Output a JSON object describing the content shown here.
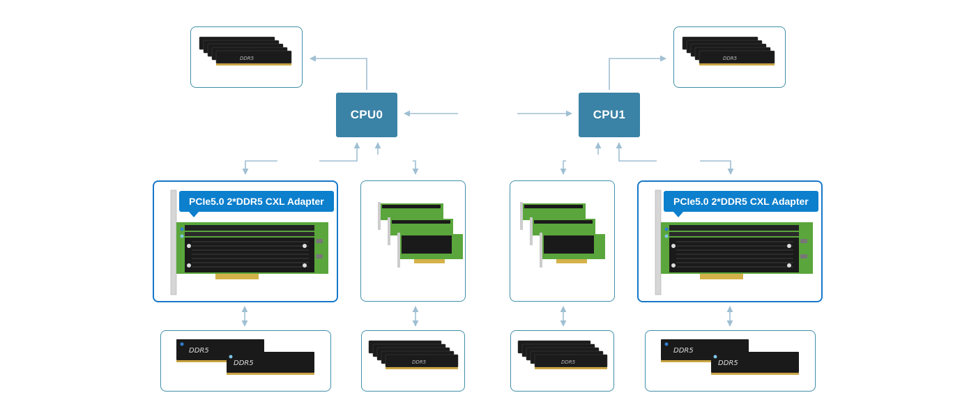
{
  "cpus": [
    {
      "label": "CPU0"
    },
    {
      "label": "CPU1"
    }
  ],
  "adapter_tag": "PCIe5.0 2*DDR5 CXL Adapter",
  "dimm_text": "DDR5",
  "colors": {
    "cpu_box": "#3a82a6",
    "box_border": "#3f8fa8",
    "highlight_border": "#1677c9",
    "tag_bg": "#0c7fcd",
    "connector_line": "#9fbfd2",
    "pcb_green": "#5aa63c",
    "heatsink_black": "#1a1a1a"
  }
}
